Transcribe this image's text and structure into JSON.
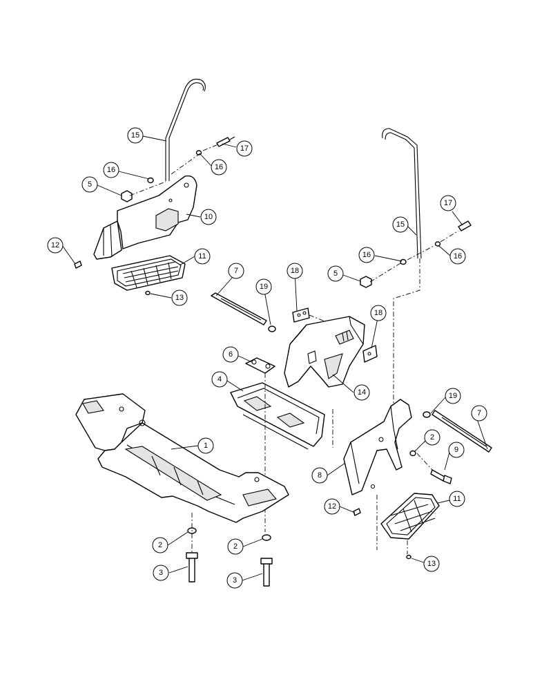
{
  "callouts": {
    "c1": "1",
    "c2a": "2",
    "c2b": "2",
    "c2c": "2",
    "c3a": "3",
    "c3b": "3",
    "c4": "4",
    "c5a": "5",
    "c5b": "5",
    "c6": "6",
    "c7a": "7",
    "c7b": "7",
    "c8": "8",
    "c9": "9",
    "c10": "10",
    "c11a": "11",
    "c11b": "11",
    "c12a": "12",
    "c12b": "12",
    "c13a": "13",
    "c13b": "13",
    "c14": "14",
    "c15a": "15",
    "c15b": "15",
    "c16a": "16",
    "c16b": "16",
    "c16c": "16",
    "c16d": "16",
    "c17a": "17",
    "c17b": "17",
    "c18a": "18",
    "c18b": "18",
    "c19a": "19",
    "c19b": "19"
  }
}
